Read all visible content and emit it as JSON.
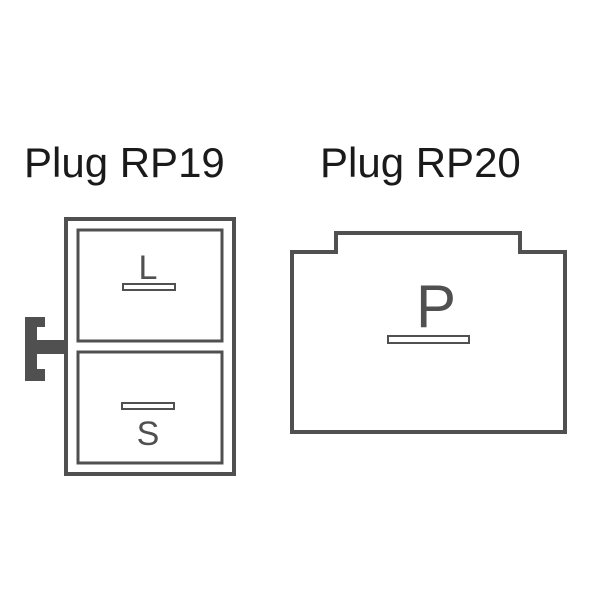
{
  "plugs": [
    {
      "title": "Plug RP19",
      "terminals": [
        "L",
        "S"
      ]
    },
    {
      "title": "Plug RP20",
      "terminals": [
        "P"
      ]
    }
  ],
  "colors": {
    "outline": "#505050",
    "text": "#1a1a1a"
  }
}
